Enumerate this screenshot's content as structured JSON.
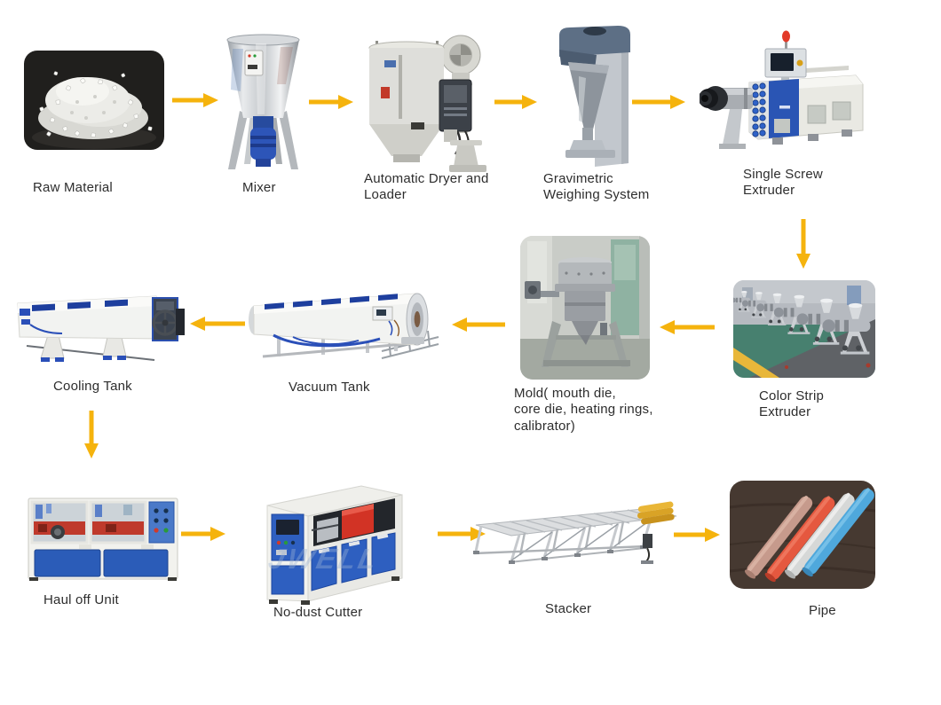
{
  "diagram": {
    "background_color": "#ffffff",
    "arrow_color": "#F5B30D",
    "watermark": "JWELL",
    "nodes": [
      {
        "id": "raw-material",
        "label": "Raw  Material"
      },
      {
        "id": "mixer",
        "label": "Mixer"
      },
      {
        "id": "automatic-dryer-loader",
        "label": "Automatic Dryer and\nLoader"
      },
      {
        "id": "gravimetric-weighing-system",
        "label": "Gravimetric\nWeighing System"
      },
      {
        "id": "single-screw-extruder",
        "label": "Single Screw\nExtruder"
      },
      {
        "id": "color-strip-extruder",
        "label": "Color Strip\nExtruder"
      },
      {
        "id": "mold",
        "label": "Mold( mouth die,\ncore die, heating rings,\ncalibrator)"
      },
      {
        "id": "vacuum-tank",
        "label": "Vacuum Tank"
      },
      {
        "id": "cooling-tank",
        "label": "Cooling Tank"
      },
      {
        "id": "haul-off-unit",
        "label": "Haul off Unit"
      },
      {
        "id": "no-dust-cutter",
        "label": "No-dust Cutter"
      },
      {
        "id": "stacker",
        "label": "Stacker"
      },
      {
        "id": "pipe",
        "label": "Pipe"
      }
    ],
    "connections": [
      {
        "from": "raw-material",
        "to": "mixer",
        "direction": "right"
      },
      {
        "from": "mixer",
        "to": "automatic-dryer-loader",
        "direction": "right"
      },
      {
        "from": "automatic-dryer-loader",
        "to": "gravimetric-weighing-system",
        "direction": "right"
      },
      {
        "from": "gravimetric-weighing-system",
        "to": "single-screw-extruder",
        "direction": "right"
      },
      {
        "from": "single-screw-extruder",
        "to": "color-strip-extruder",
        "direction": "down"
      },
      {
        "from": "color-strip-extruder",
        "to": "mold",
        "direction": "left"
      },
      {
        "from": "mold",
        "to": "vacuum-tank",
        "direction": "left"
      },
      {
        "from": "vacuum-tank",
        "to": "cooling-tank",
        "direction": "left"
      },
      {
        "from": "cooling-tank",
        "to": "haul-off-unit",
        "direction": "down"
      },
      {
        "from": "haul-off-unit",
        "to": "no-dust-cutter",
        "direction": "right"
      },
      {
        "from": "no-dust-cutter",
        "to": "stacker",
        "direction": "right"
      },
      {
        "from": "stacker",
        "to": "pipe",
        "direction": "right"
      }
    ]
  }
}
